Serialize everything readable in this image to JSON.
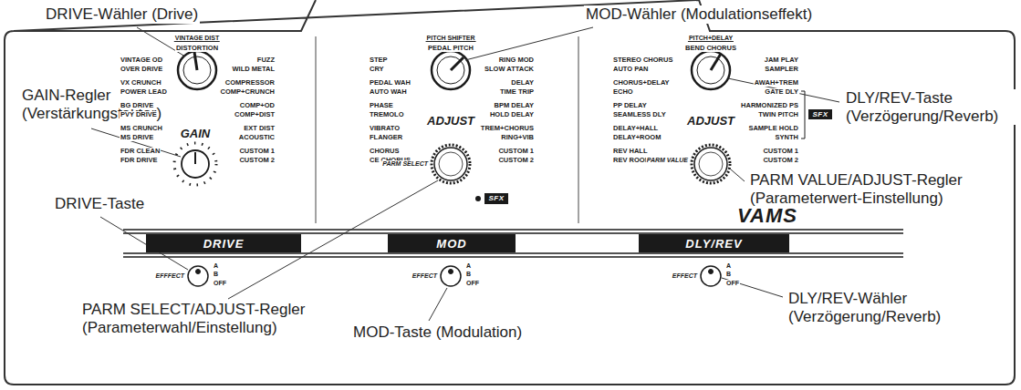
{
  "diagram": {
    "nodes": [
      {
        "text": [
          "SFX"
        ]
      },
      {
        "text": [
          "SFX"
        ]
      },
      {
        "text": [
          "DRIVE"
        ]
      },
      {
        "text": [
          "MOD"
        ]
      },
      {
        "text": [
          "DLY/REV"
        ]
      }
    ],
    "labels": [
      "DRIVE-Wähler (Drive)",
      "MOD-Wähler (Modulationseffekt)",
      "DLY/REV-Taste (Verzögerung/Reverb)",
      "GAIN-Regler (Verstärkungsfaktor)",
      "PARM VALUE/ADJUST-Regler (Parameterwert-Einstellung)",
      "DRIVE-Taste",
      "PARM SELECT/ADJUST-Regler (Parameterwahl/Einstellung)",
      "MOD-Taste (Modulation)",
      "DLY/REV-Wähler (Verzögerung/Reverb)",
      "VINTAGE DIST",
      "DISTORTION",
      "VINTAGE OD",
      "OVER DRIVE",
      "VX CRUNCH",
      "POWER LEAD",
      "BG DRIVE",
      "PVY DRIVE",
      "MS CRUNCH",
      "MS DRIVE",
      "FDR CLEAN",
      "FDR DRIVE",
      "FUZZ",
      "WILD METAL",
      "COMPRESSOR",
      "COMP+CRUNCH",
      "COMP+OD",
      "COMP+DIST",
      "EXT DIST",
      "ACOUSTIC",
      "CUSTOM 1",
      "CUSTOM 2",
      "PITCH SHIFTER",
      "PEDAL PITCH",
      "STEP",
      "CRY",
      "PEDAL WAH",
      "AUTO WAH",
      "PHASE",
      "TREMOLO",
      "VIBRATO",
      "FLANGER",
      "CHORUS",
      "CE CHORUS",
      "RING MOD",
      "SLOW ATTACK",
      "DELAY",
      "TIME TRIP",
      "BPM DELAY",
      "HOLD DELAY",
      "TREM+CHORUS",
      "RING+VIB",
      "CUSTOM 1",
      "CUSTOM 2",
      "PITCH+DELAY",
      "BEND CHORUS",
      "STEREO CHORUS",
      "AUTO PAN",
      "CHORUS+DELAY",
      "ECHO",
      "PP DELAY",
      "SEAMLESS DLY",
      "DELAY+HALL",
      "DELAY+ROOM",
      "REV HALL",
      "REV ROOM",
      "JAM PLAY",
      "SAMPLER",
      "AWAH+TREM",
      "GATE DLY",
      "HARMONIZED PS",
      "TWIN PITCH",
      "SAMPLE HOLD",
      "SYNTH",
      "CUSTOM 1",
      "CUSTOM 2",
      "GAIN",
      "ADJUST",
      "PARM SELECT",
      "ADJUST",
      "PARM VALUE",
      "VAMS",
      "EFFFECT",
      "A",
      "B",
      "OFF",
      "EFFECT",
      "A",
      "B",
      "OFF",
      "EFFECT",
      "A",
      "B",
      "OFF"
    ]
  }
}
